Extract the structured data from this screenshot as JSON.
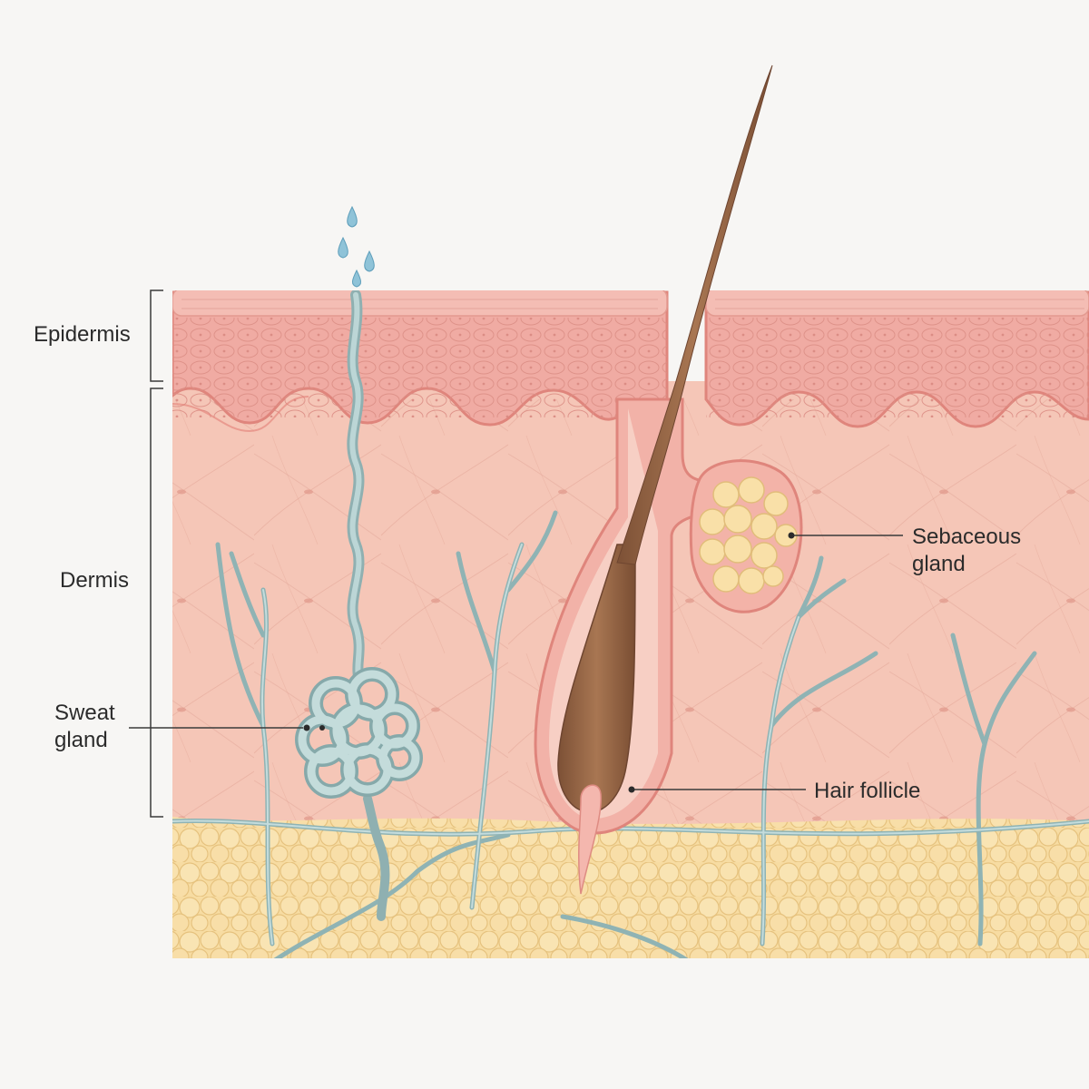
{
  "labels": {
    "epidermis": "Epidermis",
    "dermis": "Dermis",
    "sweat_gland": [
      "Sweat",
      "gland"
    ],
    "sebaceous_gland": [
      "Sebaceous",
      "gland"
    ],
    "hair_follicle": "Hair follicle"
  },
  "colors": {
    "background": "#f7f6f4",
    "epidermis": "#f2b3ab",
    "dermis": "#f5c6b7",
    "fat": "#f7dca2",
    "hair": "#9a6a4a",
    "sweat_duct": "#a9c6c6",
    "sebaceous": "#f6d9a0",
    "water_drop": "#8fc3d8"
  }
}
